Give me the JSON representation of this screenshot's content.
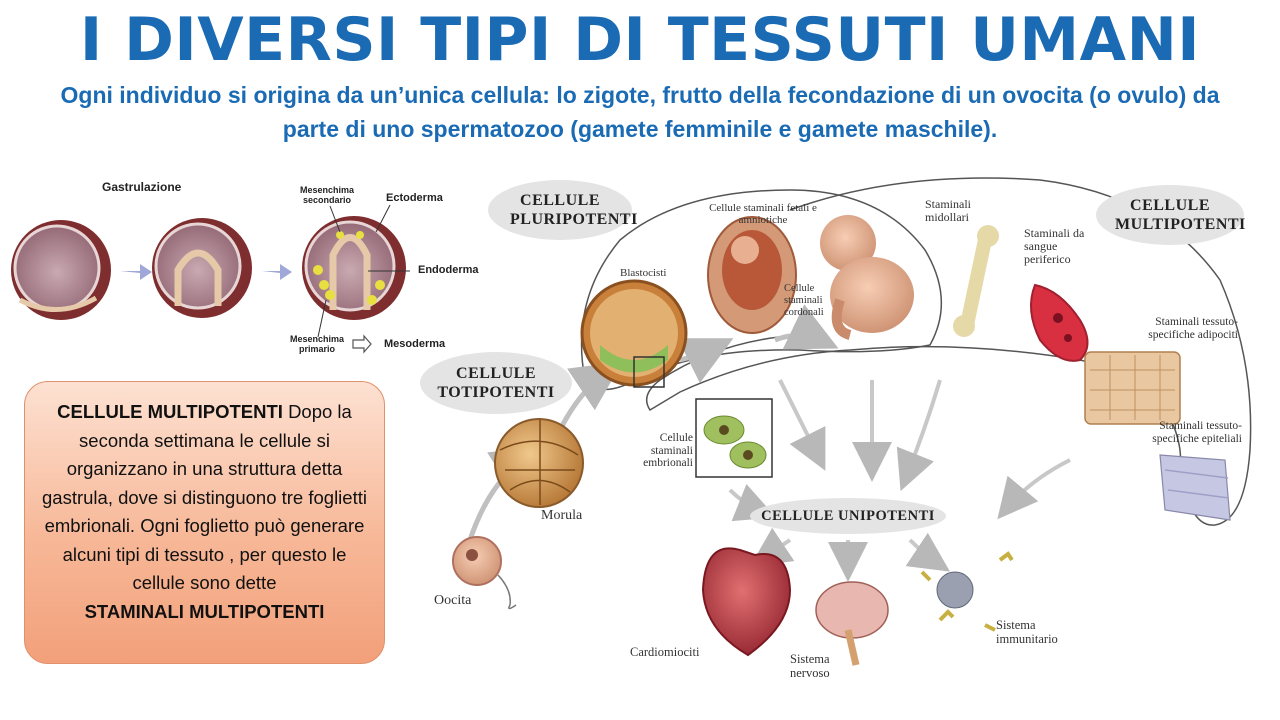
{
  "title": "I DIVERSI TIPI DI TESSUTI UMANI",
  "subtitle": "Ogni individuo si origina da un’unica cellula: lo zigote, frutto della fecondazione di un ovocita (o ovulo) da parte di uno spermatozoo (gamete femminile e gamete maschile).",
  "gastrulation": {
    "title": "Gastrulazione",
    "secondary_mesenchyme": "Mesenchima secondario",
    "ectoderm": "Ectoderma",
    "endoderm": "Endoderma",
    "primary_mesenchyme": "Mesenchima primario",
    "mesoderm": "Mesoderma"
  },
  "info_box": {
    "heading": "CELLULE MULTIPOTENTI",
    "text": "Dopo la seconda settimana le cellule si organizzano in una struttura detta gastrula, dove si distinguono tre foglietti embrionali. Ogni foglietto può generare alcuni tipi di tessuto , per questo le cellule sono dette",
    "emphasis": "STAMINALI MULTIPOTENTI"
  },
  "diagram": {
    "pluripotent": "CELLULE PLURIPOTENTI",
    "multipotent": "CELLULE MULTIPOTENTI",
    "totipotent": "CELLULE TOTIPOTENTI",
    "unipotent": "CELLULE UNIPOTENTI",
    "fetal_stem": "Cellule staminali fetali e amniotiche",
    "blastocyst": "Blastocisti",
    "cord_stem": "Cellule staminali cordonali",
    "marrow_stem": "Staminali midollari",
    "blood_stem": "Staminali da sangue periferico",
    "adipocyte_stem": "Staminali tessuto-specifiche adipociti",
    "epithelial_stem": "Staminali tessuto-specifiche epiteliali",
    "embryonic_stem": "Cellule staminali embrionali",
    "morula": "Morula",
    "oocyte": "Oocita",
    "cardiomyocytes": "Cardiomiociti",
    "nervous_system": "Sistema nervoso",
    "immune_system": "Sistema immunitario"
  }
}
